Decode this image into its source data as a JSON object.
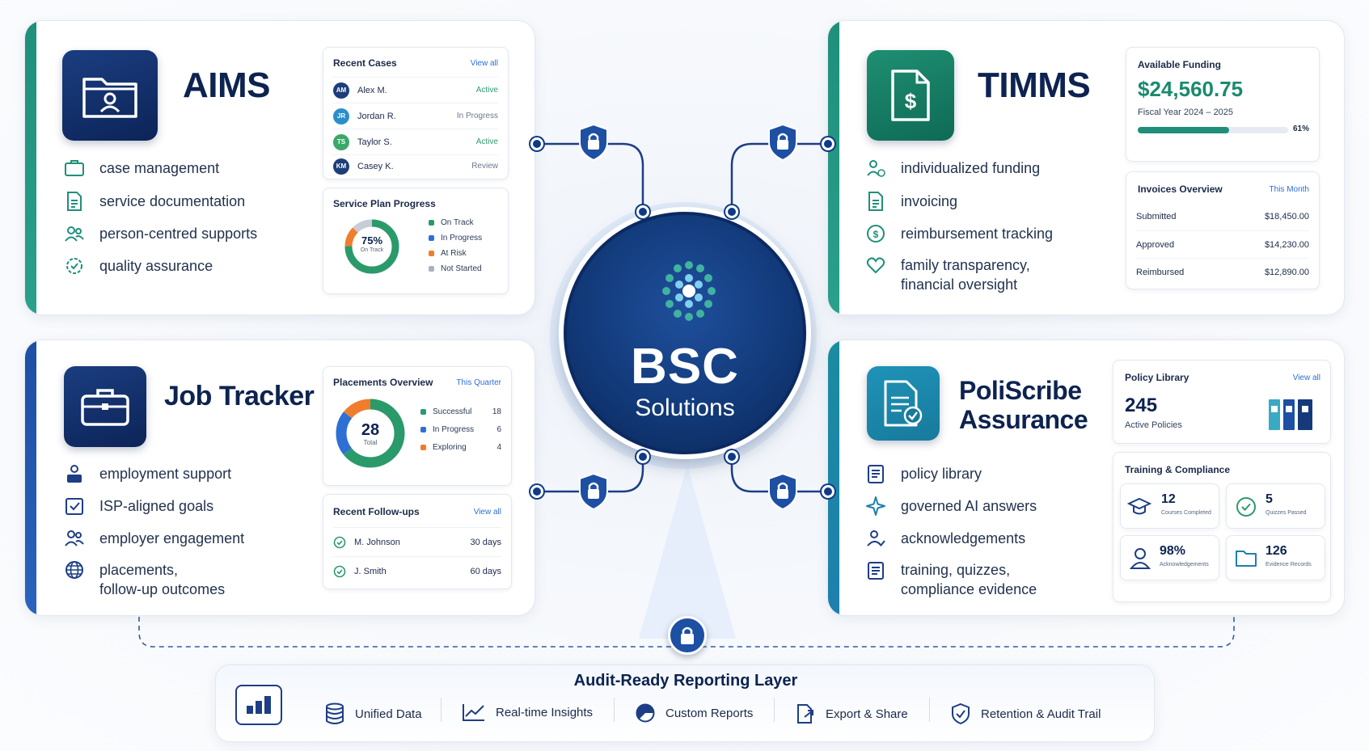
{
  "hub": {
    "title": "BSC",
    "subtitle": "Solutions"
  },
  "aims": {
    "title": "AIMS",
    "features": [
      "case management",
      "service documentation",
      "person-centred supports",
      "quality assurance"
    ],
    "recent_cases": {
      "title": "Recent Cases",
      "link": "View all",
      "rows": [
        {
          "initials": "AM",
          "name": "Alex M.",
          "status": "Active",
          "color": "#1d3e7a",
          "status_color": "#2f9e6e"
        },
        {
          "initials": "JR",
          "name": "Jordan R.",
          "status": "In Progress",
          "color": "#2a8fc9",
          "status_color": "#6b778c"
        },
        {
          "initials": "TS",
          "name": "Taylor S.",
          "status": "Active",
          "color": "#3aa86a",
          "status_color": "#2f9e6e"
        },
        {
          "initials": "KM",
          "name": "Casey K.",
          "status": "Review",
          "color": "#1d3e7a",
          "status_color": "#6b778c"
        }
      ]
    },
    "service_plan": {
      "title": "Service Plan Progress",
      "center_value": "75%",
      "center_label": "On Track",
      "legend": [
        "On Track",
        "In Progress",
        "At Risk",
        "Not Started"
      ]
    }
  },
  "timms": {
    "title": "TIMMS",
    "features": [
      "individualized funding",
      "invoicing",
      "reimbursement tracking",
      "family transparency,",
      "financial oversight"
    ],
    "funding": {
      "title": "Available Funding",
      "amount": "$24,560.75",
      "period": "Fiscal Year 2024 – 2025",
      "percent_label": "61%",
      "percent": 0.61
    },
    "invoices": {
      "title": "Invoices Overview",
      "link": "This Month",
      "rows": [
        {
          "label": "Submitted",
          "value": "$18,450.00"
        },
        {
          "label": "Approved",
          "value": "$14,230.00"
        },
        {
          "label": "Reimbursed",
          "value": "$12,890.00"
        }
      ]
    }
  },
  "job_tracker": {
    "title": "Job Tracker",
    "features": [
      "employment support",
      "ISP-aligned goals",
      "employer engagement",
      "placements,",
      "follow-up outcomes"
    ],
    "placements": {
      "title": "Placements Overview",
      "link": "This Quarter",
      "center_value": "28",
      "center_label": "Total",
      "legend": [
        {
          "label": "Successful",
          "value": "18"
        },
        {
          "label": "In Progress",
          "value": "6"
        },
        {
          "label": "Exploring",
          "value": "4"
        }
      ]
    },
    "followups": {
      "title": "Recent Follow-ups",
      "link": "View all",
      "rows": [
        {
          "name": "M. Johnson",
          "value": "30 days"
        },
        {
          "name": "J. Smith",
          "value": "60 days"
        }
      ]
    }
  },
  "poliscribe": {
    "title_line1": "PoliScribe",
    "title_line2": "Assurance",
    "features": [
      "policy library",
      "governed AI answers",
      "acknowledgements",
      "training, quizzes,",
      "compliance evidence"
    ],
    "library": {
      "title": "Policy Library",
      "link": "View all",
      "value": "245",
      "label": "Active Policies"
    },
    "training": {
      "title": "Training & Compliance",
      "stats": [
        {
          "value": "12",
          "label": "Courses Completed"
        },
        {
          "value": "5",
          "label": "Quizzes Passed"
        },
        {
          "value": "98%",
          "label": "Acknowledgements"
        },
        {
          "value": "126",
          "label": "Evidence Records"
        }
      ]
    }
  },
  "reporting": {
    "title": "Audit-Ready Reporting Layer",
    "items": [
      "Unified Data",
      "Real-time Insights",
      "Custom Reports",
      "Export & Share",
      "Retention & Audit Trail"
    ]
  },
  "colors": {
    "navy": "#0f2f6b",
    "teal": "#1f8f7a",
    "blue": "#2e6fd6",
    "orange": "#ef7d2c",
    "gray": "#a9b2bf"
  }
}
